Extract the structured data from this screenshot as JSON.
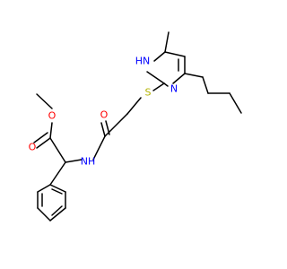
{
  "molecule": {
    "atom_labels": {
      "methoxy_o": "O",
      "carbonyl_o_ester": "O",
      "amide_nh": "NH",
      "amide_o": "O",
      "thioether_s": "S",
      "ring_nh": "HN",
      "ring_n": "N"
    },
    "colors": {
      "bond": "#000000",
      "oxygen": "#ff0000",
      "nitrogen": "#0000ff",
      "sulfur": "#b2b200"
    }
  }
}
